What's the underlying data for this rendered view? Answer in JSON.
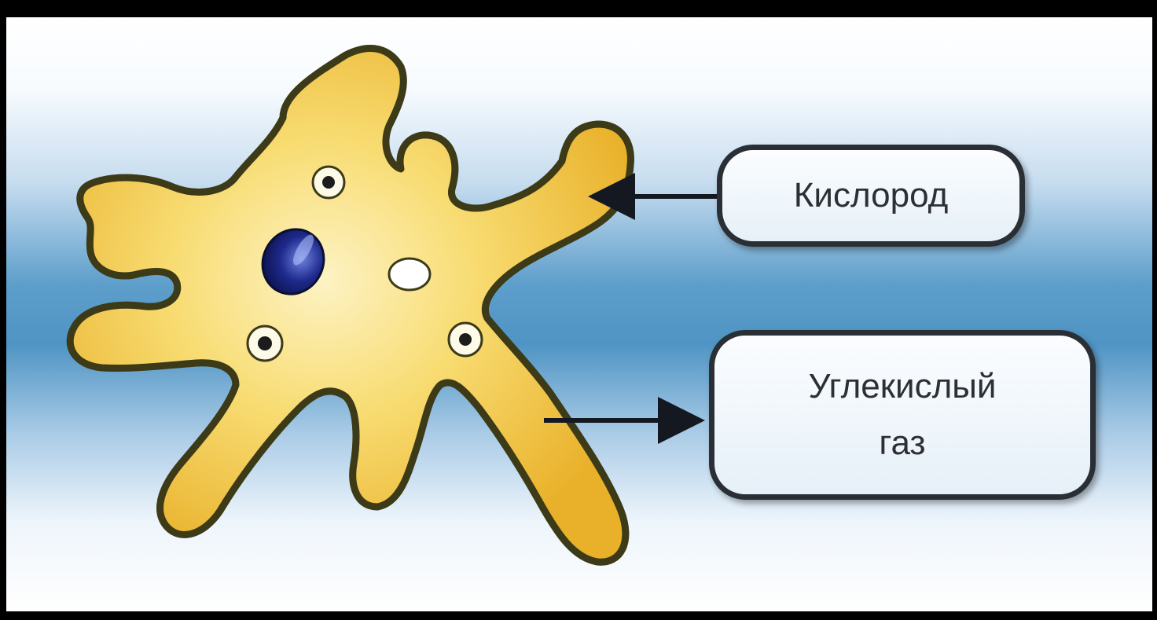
{
  "diagram": {
    "labels": {
      "oxygen": "Кислород",
      "carbon_dioxide": "Углекислый газ"
    },
    "colors": {
      "background_top": "#ffffff",
      "background_mid": "#4f95c4",
      "body_fill": "#f4c53a",
      "body_outline": "#3c3a17",
      "nucleus": "#1e2a8c",
      "vacuole": "#ffffff",
      "arrow": "#141820"
    },
    "icons": [
      "amoeba-illustration",
      "arrow-in-icon",
      "arrow-out-icon"
    ]
  }
}
